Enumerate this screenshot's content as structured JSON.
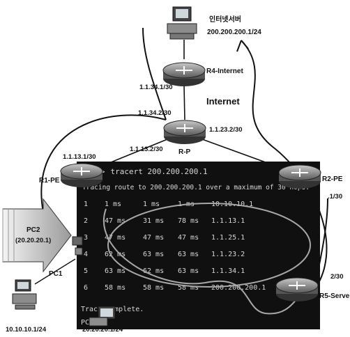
{
  "cloud_label": "Internet",
  "internet_server": {
    "name": "인터넷서버",
    "ip": "200.200.200.1/24"
  },
  "routers": {
    "r4": "R4-Internet",
    "rp": "R-P",
    "r1": "R1-PE",
    "r2": "R2-PE",
    "r5": "R5-Server"
  },
  "links": {
    "r4_down": "1.1.34.1/30",
    "rp_up": "1.1.34.2/30",
    "rp_right": "1.1.23.2/30",
    "r1_up": "1.1.13.1/30",
    "rp_left": "1.1.13.2/30",
    "r2_side": ".1/30",
    "r5_side": "2/30"
  },
  "pc2": {
    "name": "PC2",
    "ip": "(20.20.20.1)"
  },
  "pc1": {
    "name": "PC1",
    "ip": "10.10.10.1/24"
  },
  "pc_bottom_ip": "20.20.20.1/24",
  "terminal": {
    "prompt": "PC1>",
    "command": "tracert 200.200.200.1",
    "header": "Tracing route to 200.200.200.1 over a maximum of 30 hops:",
    "hops": [
      {
        "n": "1",
        "t1": "1 ms",
        "t2": "1 ms",
        "t3": "1 ms",
        "addr": "10.10.10.1"
      },
      {
        "n": "2",
        "t1": "47 ms",
        "t2": "31 ms",
        "t3": "78 ms",
        "addr": "1.1.13.1"
      },
      {
        "n": "3",
        "t1": "47 ms",
        "t2": "47 ms",
        "t3": "47 ms",
        "addr": "1.1.25.1"
      },
      {
        "n": "4",
        "t1": "62 ms",
        "t2": "63 ms",
        "t3": "63 ms",
        "addr": "1.1.23.2"
      },
      {
        "n": "5",
        "t1": "63 ms",
        "t2": "62 ms",
        "t3": "63 ms",
        "addr": "1.1.34.1"
      },
      {
        "n": "6",
        "t1": "58 ms",
        "t2": "58 ms",
        "t3": "58 ms",
        "addr": "200.200.200.1"
      }
    ],
    "footer": "Trace complete."
  }
}
